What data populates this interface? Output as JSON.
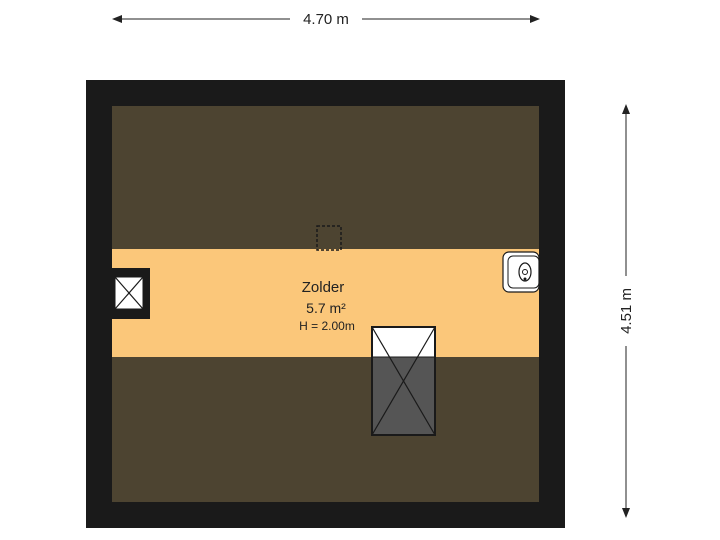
{
  "dimensions": {
    "width_label": "4.70 m",
    "height_label": "4.51 m"
  },
  "room": {
    "name": "Zolder",
    "area": "5.7 m²",
    "height": "H = 2.00m"
  },
  "colors": {
    "wall": "#1a1a1a",
    "low_ceiling_zone": "#4d4431",
    "floor": "#fbc77a",
    "stair_void_fill": "#555555",
    "background": "#ffffff"
  }
}
